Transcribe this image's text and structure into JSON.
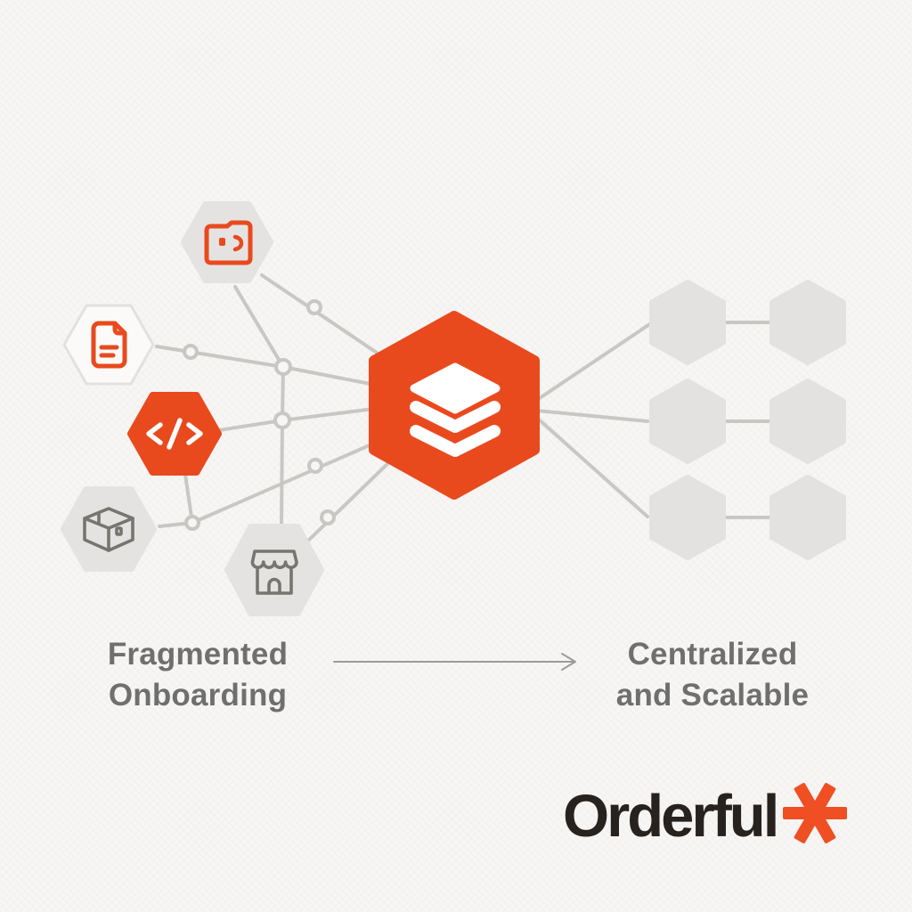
{
  "comparison": {
    "left": {
      "lines": [
        "Fragmented",
        "Onboarding"
      ]
    },
    "right": {
      "lines": [
        "Centralized",
        "and Scalable"
      ]
    },
    "arrow_icon": "right-arrow-icon"
  },
  "brand": {
    "wordmark": "Orderful",
    "logo_icon": "orderful-asterisk-icon"
  },
  "diagram": {
    "center_hexagon": {
      "icon": "layers-stack-icon",
      "color": "#E94A1D"
    },
    "source_hexagons": [
      {
        "icon": "folder-icon",
        "fill": "gray",
        "icon_color": "#E94A1D"
      },
      {
        "icon": "document-icon",
        "fill": "white",
        "icon_color": "#E94A1D"
      },
      {
        "icon": "code-icon",
        "fill": "orange",
        "icon_color": "#FFFFFF"
      },
      {
        "icon": "package-icon",
        "fill": "gray",
        "icon_color": "#77756F"
      },
      {
        "icon": "storefront-icon",
        "fill": "gray",
        "icon_color": "#77756F"
      }
    ],
    "destination_hexagons": {
      "count": 6,
      "rows": 3,
      "columns": 2,
      "fill": "gray"
    }
  },
  "colors": {
    "accent_orange": "#E94A1D",
    "hexagon_gray": "#E5E3E1",
    "connector_gray": "#C9C7C4",
    "heading_gray": "#6F6F6F",
    "logo_black": "#28221F",
    "background": "#F7F6F4"
  }
}
